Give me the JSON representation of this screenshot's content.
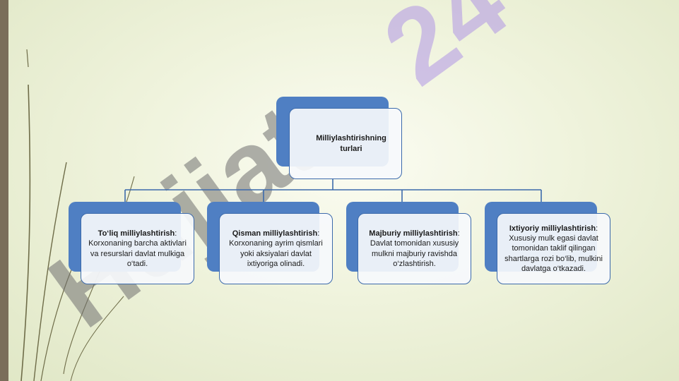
{
  "diagram": {
    "root": "Milliylashtirishning turlari",
    "children": [
      {
        "term": "To‘liq milliylashtirish",
        "sep": ":",
        "desc": "Korxonaning barcha aktivlari va resurslari davlat mulkiga o‘tadi."
      },
      {
        "term": "Qisman milliylashtirish",
        "sep": ":",
        "desc": "Korxonaning ayrim qismlari yoki aksiyalari davlat ixtiyoriga olinadi."
      },
      {
        "term": "Majburiy milliylashtirish",
        "sep": ":",
        "desc": "Davlat tomonidan xususiy mulkni majburiy ravishda o‘zlashtirish."
      },
      {
        "term": "Ixtiyoriy milliylashtirish",
        "sep": ":",
        "desc": "Xususiy mulk egasi davlat tomonidan taklif qilingan shartlarga rozi bo‘lib, mulkini davlatga o‘tkazadi."
      }
    ]
  },
  "watermark": {
    "text": "Hujjat24",
    "colors": {
      "hujjat": "#6f6f6f",
      "digits": "#a98be6"
    }
  },
  "colors": {
    "node_back": "#4f7fc3",
    "node_border": "#3c6aab",
    "connector": "#3c6aab",
    "left_bar": "#7a6e5a"
  }
}
